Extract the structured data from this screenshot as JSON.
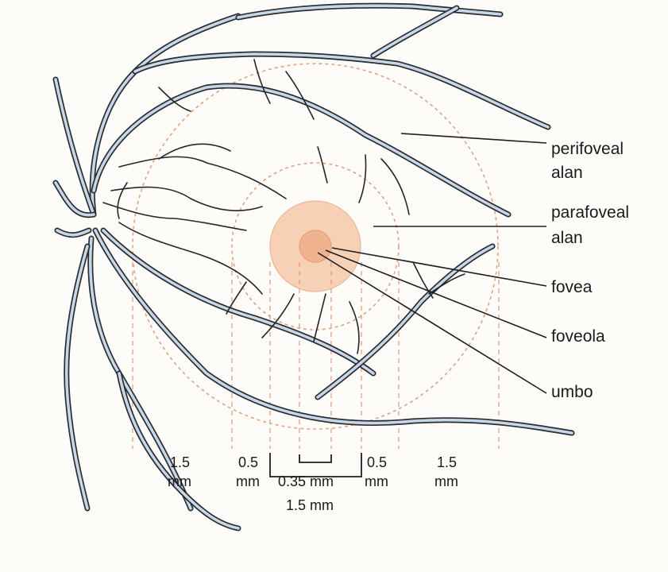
{
  "labels": {
    "perifoveal_line1": "perifoveal",
    "perifoveal_line2": "alan",
    "parafoveal_line1": "parafoveal",
    "parafoveal_line2": "alan",
    "fovea": "fovea",
    "foveola": "foveola",
    "umbo": "umbo"
  },
  "dimensions": {
    "left_outer_value": "1.5",
    "left_outer_unit": "mm",
    "left_inner_value": "0.5",
    "left_inner_unit": "mm",
    "center_small": "0.35 mm",
    "right_inner_value": "0.5",
    "right_inner_unit": "mm",
    "right_outer_value": "1.5",
    "right_outer_unit": "mm",
    "center_total": "1.5 mm"
  },
  "colors": {
    "foveola_fill": "#f0b28f",
    "fovea_fill": "#f6d1b5",
    "ring_stroke": "#e4a27d",
    "vessel_fill": "#c7d7e7",
    "background": "#fdfcf9"
  }
}
